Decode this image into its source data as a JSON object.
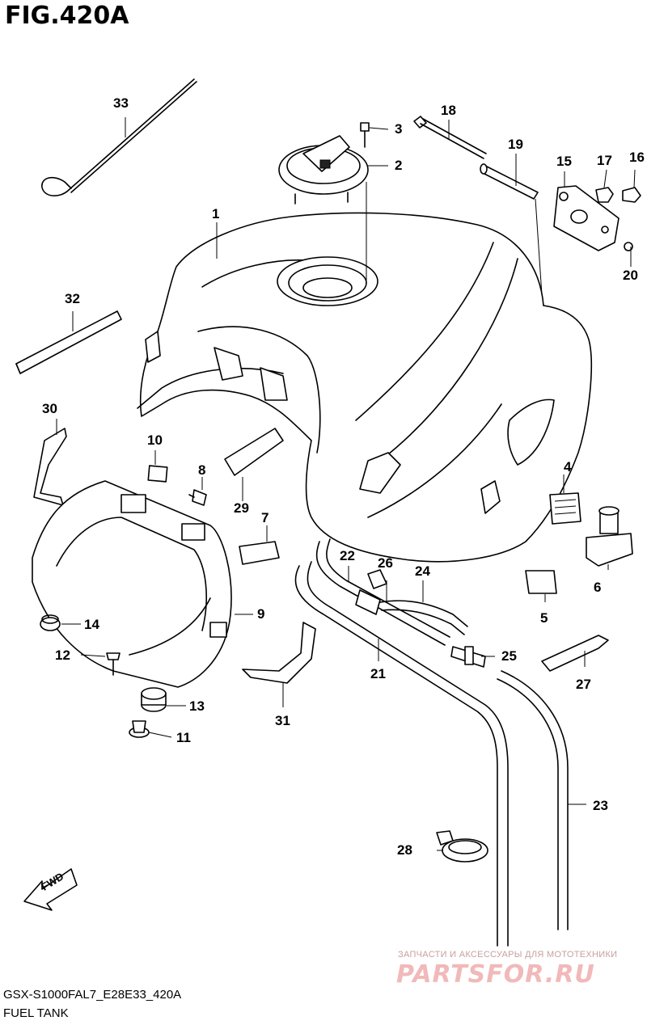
{
  "figure": {
    "title": "FIG.420A",
    "model_code": "GSX-S1000FAL7_E28E33_420A",
    "caption": "FUEL TANK",
    "direction_label": "FWD"
  },
  "callouts": [
    "1",
    "2",
    "3",
    "4",
    "5",
    "6",
    "7",
    "8",
    "9",
    "10",
    "11",
    "12",
    "13",
    "14",
    "15",
    "16",
    "17",
    "18",
    "19",
    "20",
    "21",
    "22",
    "23",
    "24",
    "25",
    "26",
    "27",
    "28",
    "29",
    "30",
    "31",
    "32",
    "33"
  ],
  "watermark": {
    "tagline": "ЗАПЧАСТИ И АКСЕССУАРЫ ДЛЯ МОТОТЕХНИКИ",
    "logo": "PARTSFOR.RU",
    "color": "#f1b9b9"
  }
}
